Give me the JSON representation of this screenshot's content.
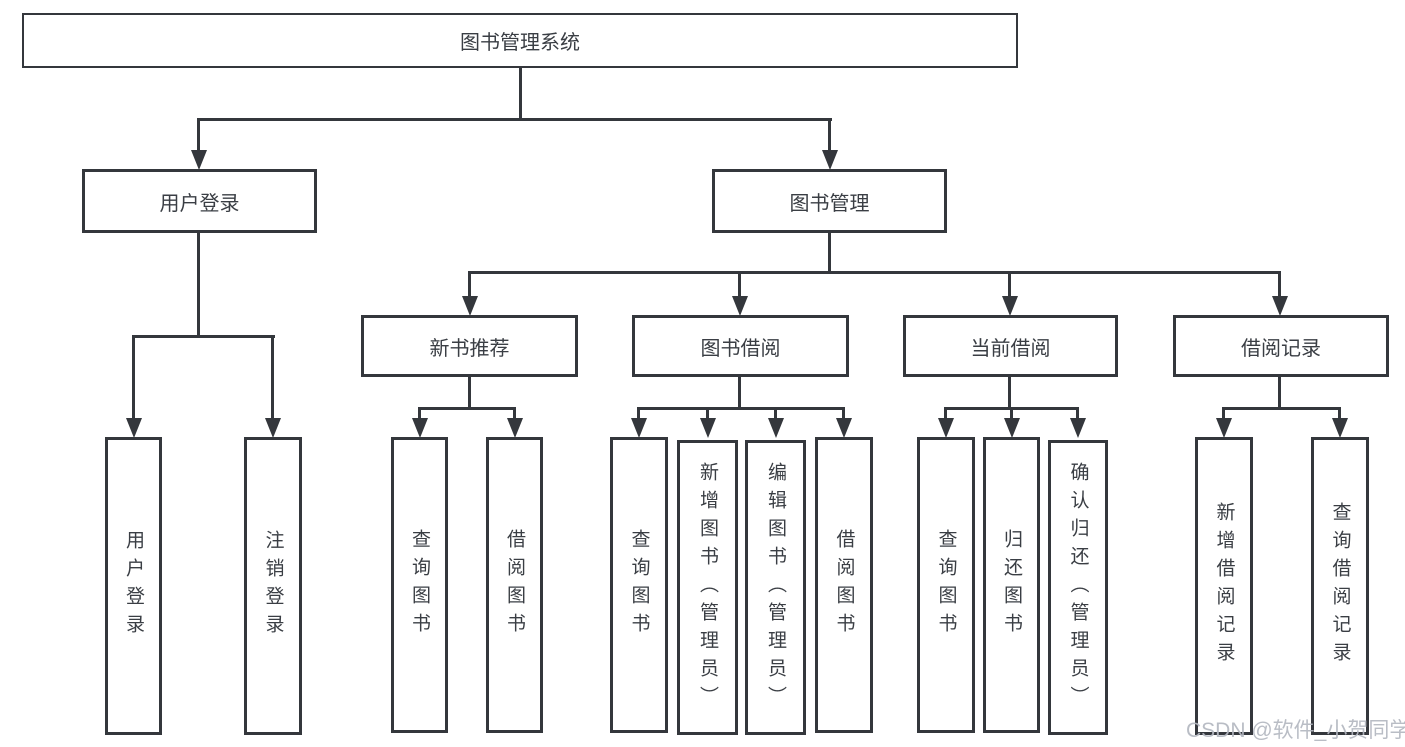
{
  "diagram": {
    "root": {
      "label": "图书管理系统"
    },
    "branches": [
      {
        "label": "用户登录",
        "leaves": [
          {
            "label": "用户登录"
          },
          {
            "label": "注销登录"
          }
        ]
      },
      {
        "label": "图书管理",
        "groups": [
          {
            "label": "新书推荐",
            "leaves": [
              {
                "label": "查询图书"
              },
              {
                "label": "借阅图书"
              }
            ]
          },
          {
            "label": "图书借阅",
            "leaves": [
              {
                "label": "查询图书"
              },
              {
                "label": "新增图书（管理员）"
              },
              {
                "label": "编辑图书（管理员）"
              },
              {
                "label": "借阅图书"
              }
            ]
          },
          {
            "label": "当前借阅",
            "leaves": [
              {
                "label": "查询图书"
              },
              {
                "label": "归还图书"
              },
              {
                "label": "确认归还（管理员）"
              }
            ]
          },
          {
            "label": "借阅记录",
            "leaves": [
              {
                "label": "新增借阅记录"
              },
              {
                "label": "查询借阅记录"
              }
            ]
          }
        ]
      }
    ]
  },
  "watermark": {
    "text": "CSDN @软件_小贺同学"
  },
  "colors": {
    "line": "#34373c",
    "box_border": "#34373c",
    "box_fill": "#ffffff",
    "text": "#3a3e44",
    "watermark": "#b4b8c1"
  }
}
